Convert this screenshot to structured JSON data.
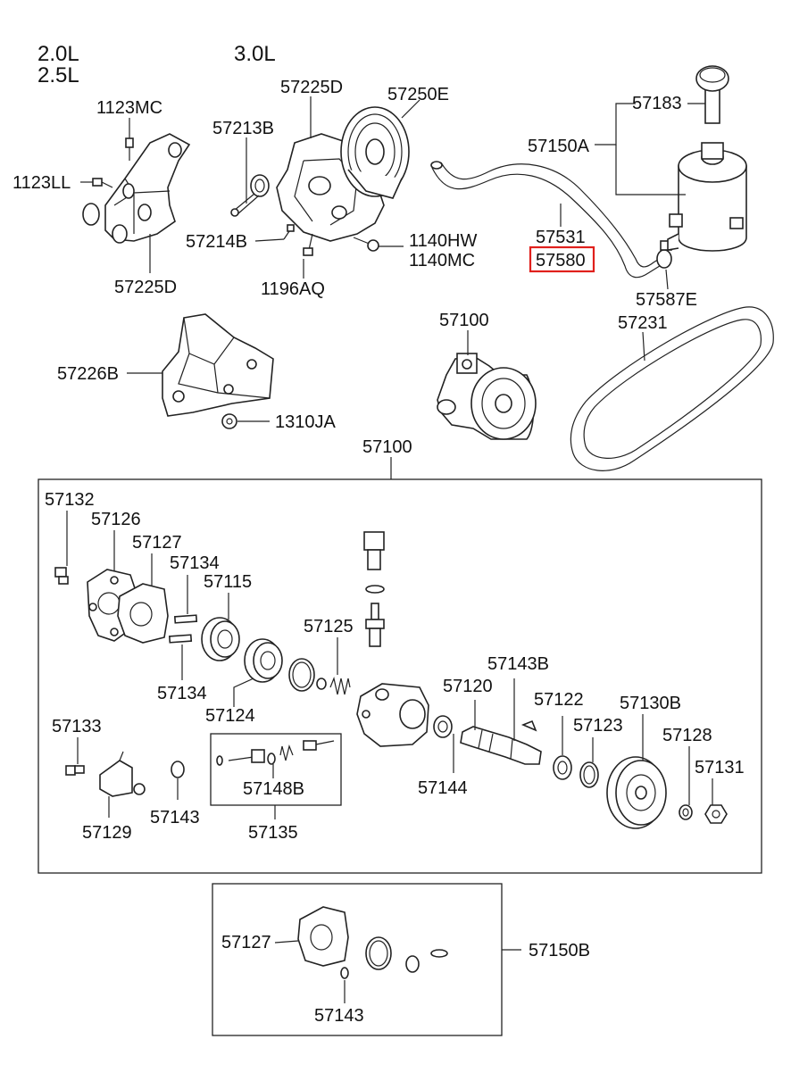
{
  "engine_labels": [
    "2.0L",
    "2.5L",
    "3.0L"
  ],
  "highlight_color": "#e0201c",
  "labels": {
    "l1123MC": "1123MC",
    "l1123LL": "1123LL",
    "l57225D_top": "57225D",
    "l57225D_bot": "57225D",
    "l57213B": "57213B",
    "l57250E": "57250E",
    "l57214B": "57214B",
    "l1140HW": "1140HW",
    "l1140MC": "1140MC",
    "l1196AQ": "1196AQ",
    "l57183": "57183",
    "l57150A": "57150A",
    "l57531": "57531",
    "l57580": "57580",
    "l57587E": "57587E",
    "l57100_pump": "57100",
    "l57231": "57231",
    "l57226B": "57226B",
    "l1310JA": "1310JA",
    "l57100_box": "57100",
    "l57132": "57132",
    "l57126": "57126",
    "l57127": "57127",
    "l57134_a": "57134",
    "l57115": "57115",
    "l57125": "57125",
    "l57134_b": "57134",
    "l57124": "57124",
    "l57143B": "57143B",
    "l57120": "57120",
    "l57122": "57122",
    "l57130B": "57130B",
    "l57123": "57123",
    "l57128": "57128",
    "l57131": "57131",
    "l57133": "57133",
    "l57129": "57129",
    "l57143_a": "57143",
    "l57148B": "57148B",
    "l57135": "57135",
    "l57144": "57144",
    "l57127_kit": "57127",
    "l57143_kit": "57143",
    "l57150B": "57150B"
  }
}
